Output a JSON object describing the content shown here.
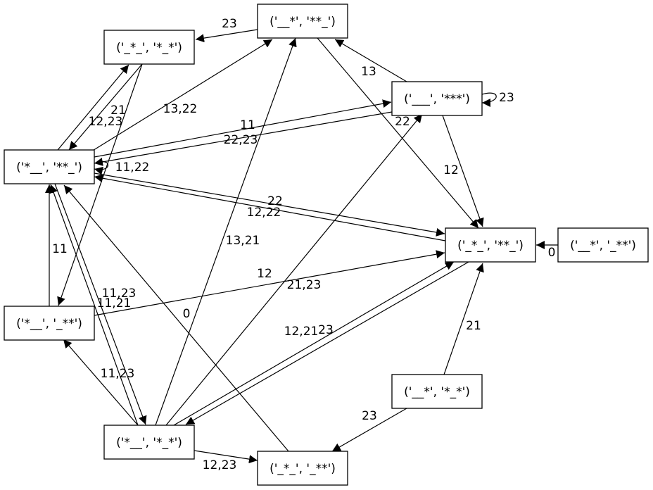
{
  "diagram": {
    "type": "state-transition-graph",
    "nodes": [
      {
        "id": "n1",
        "label": "('__*', '**_')"
      },
      {
        "id": "n2",
        "label": "('_*_', '*_*')"
      },
      {
        "id": "n3",
        "label": "('___', '***')"
      },
      {
        "id": "n4",
        "label": "('*__', '**_')"
      },
      {
        "id": "n5",
        "label": "('_*_', '**_')"
      },
      {
        "id": "n6",
        "label": "('__*', '_**')"
      },
      {
        "id": "n7",
        "label": "('*__', '_**')"
      },
      {
        "id": "n8",
        "label": "('__*', '*_*')"
      },
      {
        "id": "n9",
        "label": "('*__', '*_*')"
      },
      {
        "id": "n10",
        "label": "('_*_', '_**')"
      }
    ],
    "edges": [
      {
        "from": "n1",
        "to": "n2",
        "label": "23"
      },
      {
        "from": "n1",
        "to": "n5",
        "label": "22"
      },
      {
        "from": "n2",
        "to": "n4",
        "label": "12,23"
      },
      {
        "from": "n2",
        "to": "n7",
        "label": "21"
      },
      {
        "from": "n3",
        "to": "n1",
        "label": "13"
      },
      {
        "from": "n3",
        "to": "n3",
        "label": "23"
      },
      {
        "from": "n3",
        "to": "n5",
        "label": "12"
      },
      {
        "from": "n3",
        "to": "n4",
        "label": "22,23"
      },
      {
        "from": "n4",
        "to": "n2",
        "label": ""
      },
      {
        "from": "n4",
        "to": "n1",
        "label": "13,22"
      },
      {
        "from": "n4",
        "to": "n3",
        "label": "11"
      },
      {
        "from": "n4",
        "to": "n4",
        "label": "11,22"
      },
      {
        "from": "n4",
        "to": "n5",
        "label": "22"
      },
      {
        "from": "n4",
        "to": "n9",
        "label": "11,23"
      },
      {
        "from": "n5",
        "to": "n4",
        "label": "12,22"
      },
      {
        "from": "n5",
        "to": "n9",
        "label": "23"
      },
      {
        "from": "n6",
        "to": "n5",
        "label": "0"
      },
      {
        "from": "n7",
        "to": "n4",
        "label": "11"
      },
      {
        "from": "n7",
        "to": "n5",
        "label": "12"
      },
      {
        "from": "n8",
        "to": "n5",
        "label": "21"
      },
      {
        "from": "n8",
        "to": "n10",
        "label": "23"
      },
      {
        "from": "n9",
        "to": "n4",
        "label": "11,21"
      },
      {
        "from": "n9",
        "to": "n7",
        "label": "11,23"
      },
      {
        "from": "n9",
        "to": "n1",
        "label": "13,21"
      },
      {
        "from": "n9",
        "to": "n3",
        "label": "21,23"
      },
      {
        "from": "n9",
        "to": "n5",
        "label": "12,21"
      },
      {
        "from": "n9",
        "to": "n10",
        "label": "12,23"
      },
      {
        "from": "n10",
        "to": "n4",
        "label": "0"
      }
    ]
  }
}
